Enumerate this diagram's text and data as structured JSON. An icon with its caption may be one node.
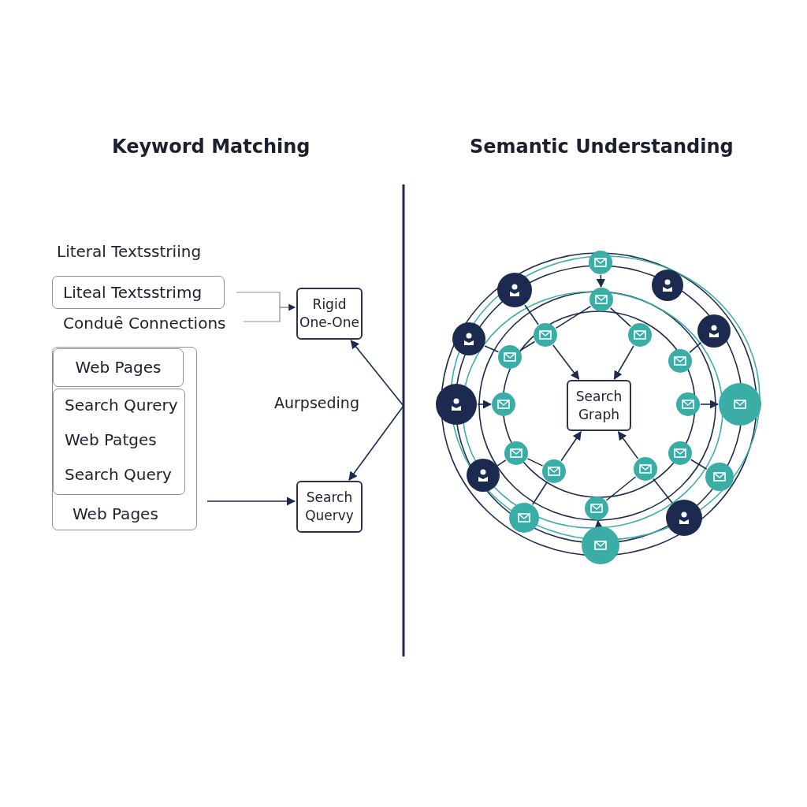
{
  "diagram": {
    "nodes": [
      {
        "text": [
          "Liteal Textsstrimg"
        ]
      },
      {
        "text": [
          "Conduȇ Connections"
        ]
      },
      {
        "text": [
          "Rigid One-One"
        ]
      },
      {
        "text": [
          "Web Pages"
        ]
      },
      {
        "text": [
          "Web Pages"
        ],
        "in": 3
      },
      {
        "text": [
          "Search Qurery",
          "Web Patges",
          "Search Query"
        ],
        "in": 3
      },
      {
        "text": [
          "Search Quervy"
        ]
      },
      {
        "text": [
          "Search Graph"
        ]
      },
      {
        "text": [],
        "shape": "circle"
      },
      {
        "text": [],
        "shape": "circle"
      },
      {
        "text": [],
        "shape": "circle"
      },
      {
        "text": [],
        "shape": "circle"
      },
      {
        "text": [],
        "shape": "circle"
      },
      {
        "text": [],
        "shape": "circle"
      },
      {
        "text": [],
        "shape": "circle"
      },
      {
        "text": [],
        "shape": "circle"
      },
      {
        "text": [],
        "shape": "circle"
      },
      {
        "text": [],
        "shape": "circle"
      },
      {
        "text": [],
        "shape": "circle"
      },
      {
        "text": [],
        "shape": "circle"
      },
      {
        "text": [],
        "shape": "circle"
      },
      {
        "text": [],
        "shape": "circle"
      },
      {
        "text": [],
        "shape": "circle"
      },
      {
        "text": [],
        "shape": "circle"
      },
      {
        "text": [],
        "shape": "circle"
      },
      {
        "text": [],
        "shape": "circle"
      },
      {
        "text": [],
        "shape": "circle"
      },
      {
        "text": [],
        "shape": "circle"
      },
      {
        "text": [],
        "shape": "circle"
      },
      {
        "text": [],
        "shape": "circle"
      },
      {
        "text": [],
        "shape": "circle"
      },
      {
        "text": [],
        "shape": "circle"
      }
    ],
    "edges": [
      {
        "from": 0,
        "to": 2,
        "arrow": "to",
        "color": "#8a8f99"
      },
      {
        "from": 1,
        "to": 2,
        "arrow": "to",
        "color": "#8a8f99"
      },
      {
        "from": null,
        "to": 2,
        "arrow": "to"
      },
      {
        "from": null,
        "to": 6,
        "arrow": "to"
      },
      {
        "from": 3,
        "to": 6,
        "arrow": "to"
      },
      {
        "from": 8,
        "to": 11,
        "arrow": "to"
      },
      {
        "from": 18,
        "to": 19,
        "arrow": "to"
      },
      {
        "from": 20,
        "to": 21,
        "arrow": "to"
      },
      {
        "from": 31,
        "to": 28,
        "arrow": "to"
      },
      {
        "from": 12,
        "to": 7,
        "arrow": "to"
      },
      {
        "from": 13,
        "to": 7,
        "arrow": "to"
      },
      {
        "from": 25,
        "to": 7,
        "arrow": "to"
      },
      {
        "from": 24,
        "to": 7,
        "arrow": "to"
      },
      {
        "from": 9,
        "to": 12,
        "arrow": "none"
      },
      {
        "from": 11,
        "to": 12,
        "arrow": "none"
      },
      {
        "from": 11,
        "to": 13,
        "arrow": "none"
      },
      {
        "from": 14,
        "to": 16,
        "arrow": "none"
      },
      {
        "from": 16,
        "to": 12,
        "arrow": "none"
      },
      {
        "from": 15,
        "to": 17,
        "arrow": "none"
      },
      {
        "from": 22,
        "to": 25,
        "arrow": "none"
      },
      {
        "from": 25,
        "to": 29,
        "arrow": "none"
      },
      {
        "from": 24,
        "to": 28,
        "arrow": "none"
      },
      {
        "from": 24,
        "to": 30,
        "arrow": "none"
      },
      {
        "from": 23,
        "to": 27,
        "arrow": "none"
      },
      {
        "from": 26,
        "to": 22,
        "arrow": "none"
      }
    ],
    "labels": [
      "Keyword Matching",
      "Semantic Understanding",
      "Literal Textsstriing",
      "Aurpseding"
    ]
  }
}
